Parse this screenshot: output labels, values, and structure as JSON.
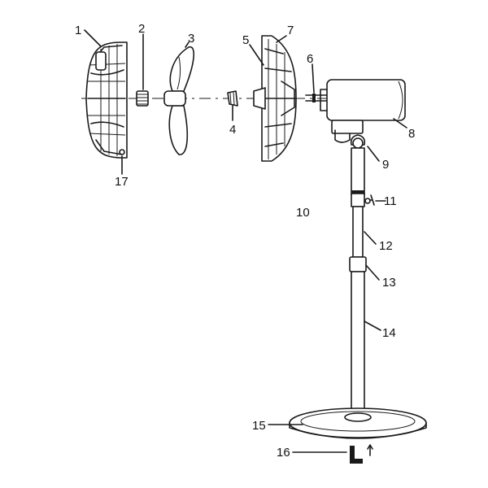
{
  "diagram": {
    "type": "exploded-parts-diagram",
    "subject": "pedestal fan",
    "line_color": "#1a1a1a",
    "background": "#ffffff",
    "part_labels": [
      "1",
      "2",
      "3",
      "4",
      "5",
      "6",
      "7",
      "8",
      "9",
      "10",
      "11",
      "12",
      "13",
      "14",
      "15",
      "16",
      "17"
    ]
  }
}
